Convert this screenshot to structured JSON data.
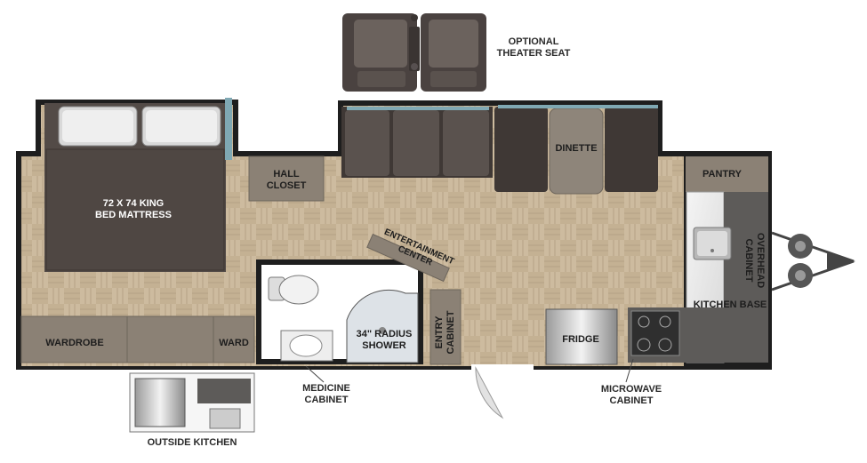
{
  "labels": {
    "theater_seat": "OPTIONAL\nTHEATER SEAT",
    "bed": "72 x 74 KING\nBED MATTRESS",
    "hall_closet": "HALL\nCLOSET",
    "dinette": "DINETTE",
    "pantry": "PANTRY",
    "overhead_cabinet": "OVERHEAD\nCABINET",
    "kitchen_base": "KITCHEN BASE",
    "entertainment_center": "ENTERTAINMENT\nCENTER",
    "shower": "34\" RADIUS\nSHOWER",
    "entry_cabinet": "ENTRY\nCABINET",
    "fridge": "FRIDGE",
    "wardrobe": "WARDROBE",
    "ward": "WARD",
    "medicine_cabinet": "MEDICINE\nCABINET",
    "microwave_cabinet": "MICROWAVE\nCABINET",
    "outside_kitchen": "OUTSIDE KITCHEN"
  },
  "colors": {
    "wall": "#1e1e1e",
    "floor": "#c9b79b",
    "furniture": "#8b8175",
    "sofa": "#4e4744",
    "dark_cabinet": "#5d5b59",
    "bed": "#534b47"
  }
}
